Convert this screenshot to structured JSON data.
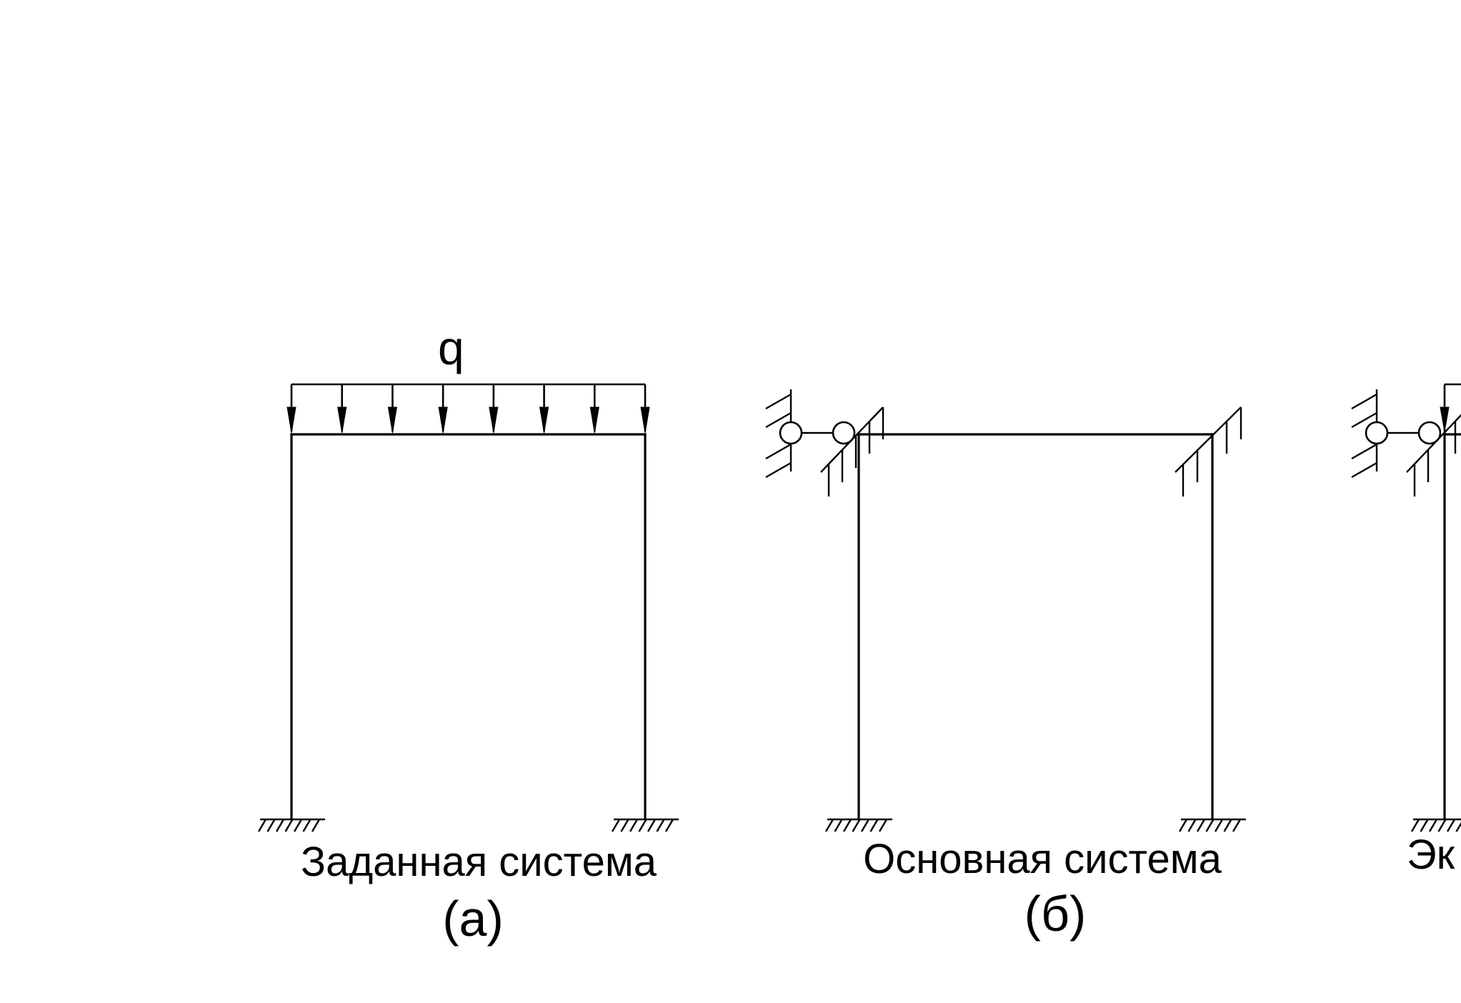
{
  "load_label": "q",
  "panels": [
    {
      "caption": "Заданная система",
      "sub": "(а)"
    },
    {
      "caption": "Основная система",
      "sub": "(б)"
    },
    {
      "caption": "Эк",
      "sub": ""
    }
  ]
}
